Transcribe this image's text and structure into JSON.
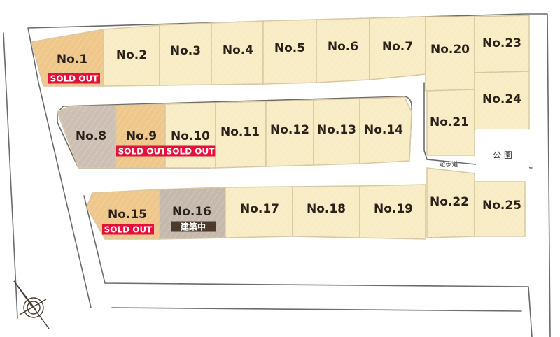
{
  "colors": {
    "available": "#f8ecc4",
    "sold": "#efc78a",
    "reserved": "#cdbfb4",
    "construction": "#c5b8ad",
    "sold_badge": "#e5103a",
    "construction_badge": "#4d3a2c",
    "road_line": "#6b6b6b",
    "lot_border": "#d8c7a0"
  },
  "lots": [
    {
      "id": "1",
      "label": "No.1",
      "status": "sold",
      "badge": "SOLD OUT"
    },
    {
      "id": "2",
      "label": "No.2",
      "status": "available"
    },
    {
      "id": "3",
      "label": "No.3",
      "status": "available"
    },
    {
      "id": "4",
      "label": "No.4",
      "status": "available"
    },
    {
      "id": "5",
      "label": "No.5",
      "status": "available"
    },
    {
      "id": "6",
      "label": "No.6",
      "status": "available"
    },
    {
      "id": "7",
      "label": "No.7",
      "status": "available"
    },
    {
      "id": "8",
      "label": "No.8",
      "status": "reserved"
    },
    {
      "id": "9",
      "label": "No.9",
      "status": "sold",
      "badge": "SOLD OUT"
    },
    {
      "id": "10",
      "label": "No.10",
      "status": "available",
      "badge": "SOLD OUT"
    },
    {
      "id": "11",
      "label": "No.11",
      "status": "available"
    },
    {
      "id": "12",
      "label": "No.12",
      "status": "available"
    },
    {
      "id": "13",
      "label": "No.13",
      "status": "available"
    },
    {
      "id": "14",
      "label": "No.14",
      "status": "available"
    },
    {
      "id": "15",
      "label": "No.15",
      "status": "sold",
      "badge": "SOLD OUT"
    },
    {
      "id": "16",
      "label": "No.16",
      "status": "construction",
      "badge": "建築中"
    },
    {
      "id": "17",
      "label": "No.17",
      "status": "available"
    },
    {
      "id": "18",
      "label": "No.18",
      "status": "available"
    },
    {
      "id": "19",
      "label": "No.19",
      "status": "available"
    },
    {
      "id": "20",
      "label": "No.20",
      "status": "available"
    },
    {
      "id": "21",
      "label": "No.21",
      "status": "available"
    },
    {
      "id": "22",
      "label": "No.22",
      "status": "available"
    },
    {
      "id": "23",
      "label": "No.23",
      "status": "available"
    },
    {
      "id": "24",
      "label": "No.24",
      "status": "available"
    },
    {
      "id": "25",
      "label": "No.25",
      "status": "available"
    }
  ],
  "labels": {
    "park": "公 園",
    "walkway": "遊歩道"
  },
  "compass": {
    "icon": "compass-rose-icon"
  }
}
